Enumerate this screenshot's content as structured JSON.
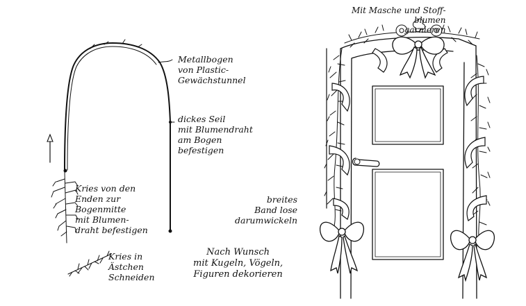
{
  "notes": {
    "metallbogen": "Metallbogen\nvon Plastic-\nGewächstunnel",
    "seil": "dickes Seil\nmit Blumendraht\nam Bogen\nbefestigen",
    "kries_enden": "Kries von den\nEnden zur\nBogenmitte\nmit Blumen-\ndraht befestigen",
    "kries_aestchen": "Kries in\nÄstchen\nSchneiden",
    "band": "breites\nBand lose\ndarumwickeln",
    "wunsch": "Nach Wunsch\nmit Kugeln, Vögeln,\nFiguren dekorieren",
    "masche": "Mit Masche und Stoff-\nblumen\ngarnieren"
  }
}
